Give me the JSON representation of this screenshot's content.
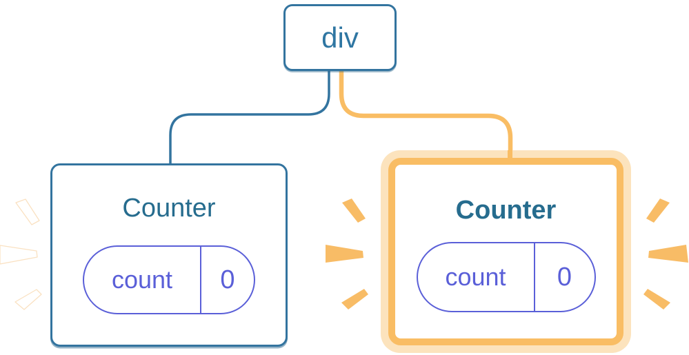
{
  "diagram": {
    "root": {
      "label": "div"
    },
    "children": [
      {
        "label": "Counter",
        "state_key": "count",
        "state_value": "0",
        "highlighted": false
      },
      {
        "label": "Counter",
        "state_key": "count",
        "state_value": "0",
        "highlighted": true
      }
    ]
  },
  "colors": {
    "blue_border": "#33749f",
    "blue_text": "#2f76a2",
    "title_text": "#266c8e",
    "indigo": "#5a5fd8",
    "orange": "#f9bd64",
    "orange_light": "#fce3bd",
    "spark_orange": "#f8bc66",
    "spark_white": "#ffffff",
    "casing_white": "#ffffff"
  }
}
